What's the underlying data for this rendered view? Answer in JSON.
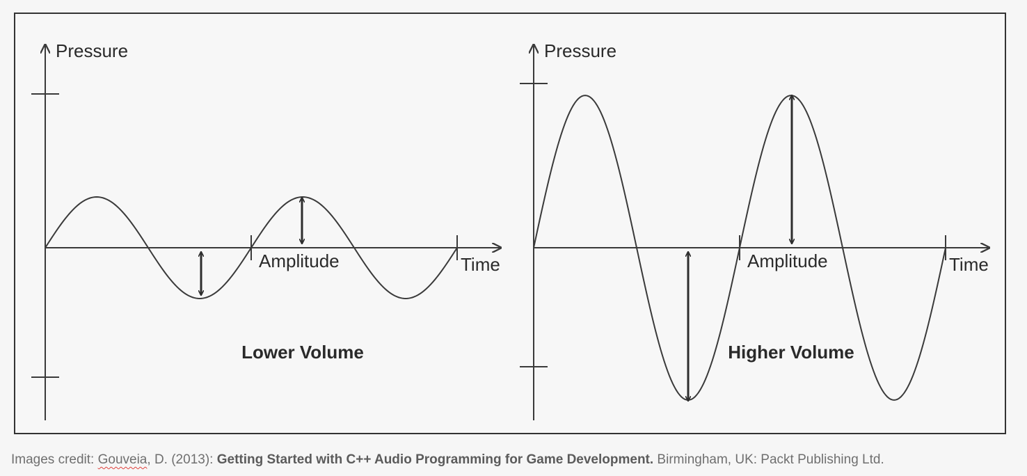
{
  "panels": [
    {
      "id": "lower",
      "y_axis_label": "Pressure",
      "x_axis_label": "Time",
      "amplitude_label": "Amplitude",
      "title": "Lower Volume",
      "amplitude": 0.32,
      "cycles": 2
    },
    {
      "id": "higher",
      "y_axis_label": "Pressure",
      "x_axis_label": "Time",
      "amplitude_label": "Amplitude",
      "title": "Higher Volume",
      "amplitude": 0.96,
      "cycles": 2
    }
  ],
  "caption": {
    "prefix": "Images credit: ",
    "author_surname": "Gouveia",
    "author_rest": ", D. (2013): ",
    "book_title": "Getting Started with C++ Audio Programming for Game Development.",
    "publisher": " Birmingham, UK: Packt Publishing Ltd."
  },
  "colors": {
    "line": "#3a3a3a",
    "arrow": "#2e2e2e",
    "border": "#333333",
    "spellcheck": "#e0413c"
  }
}
